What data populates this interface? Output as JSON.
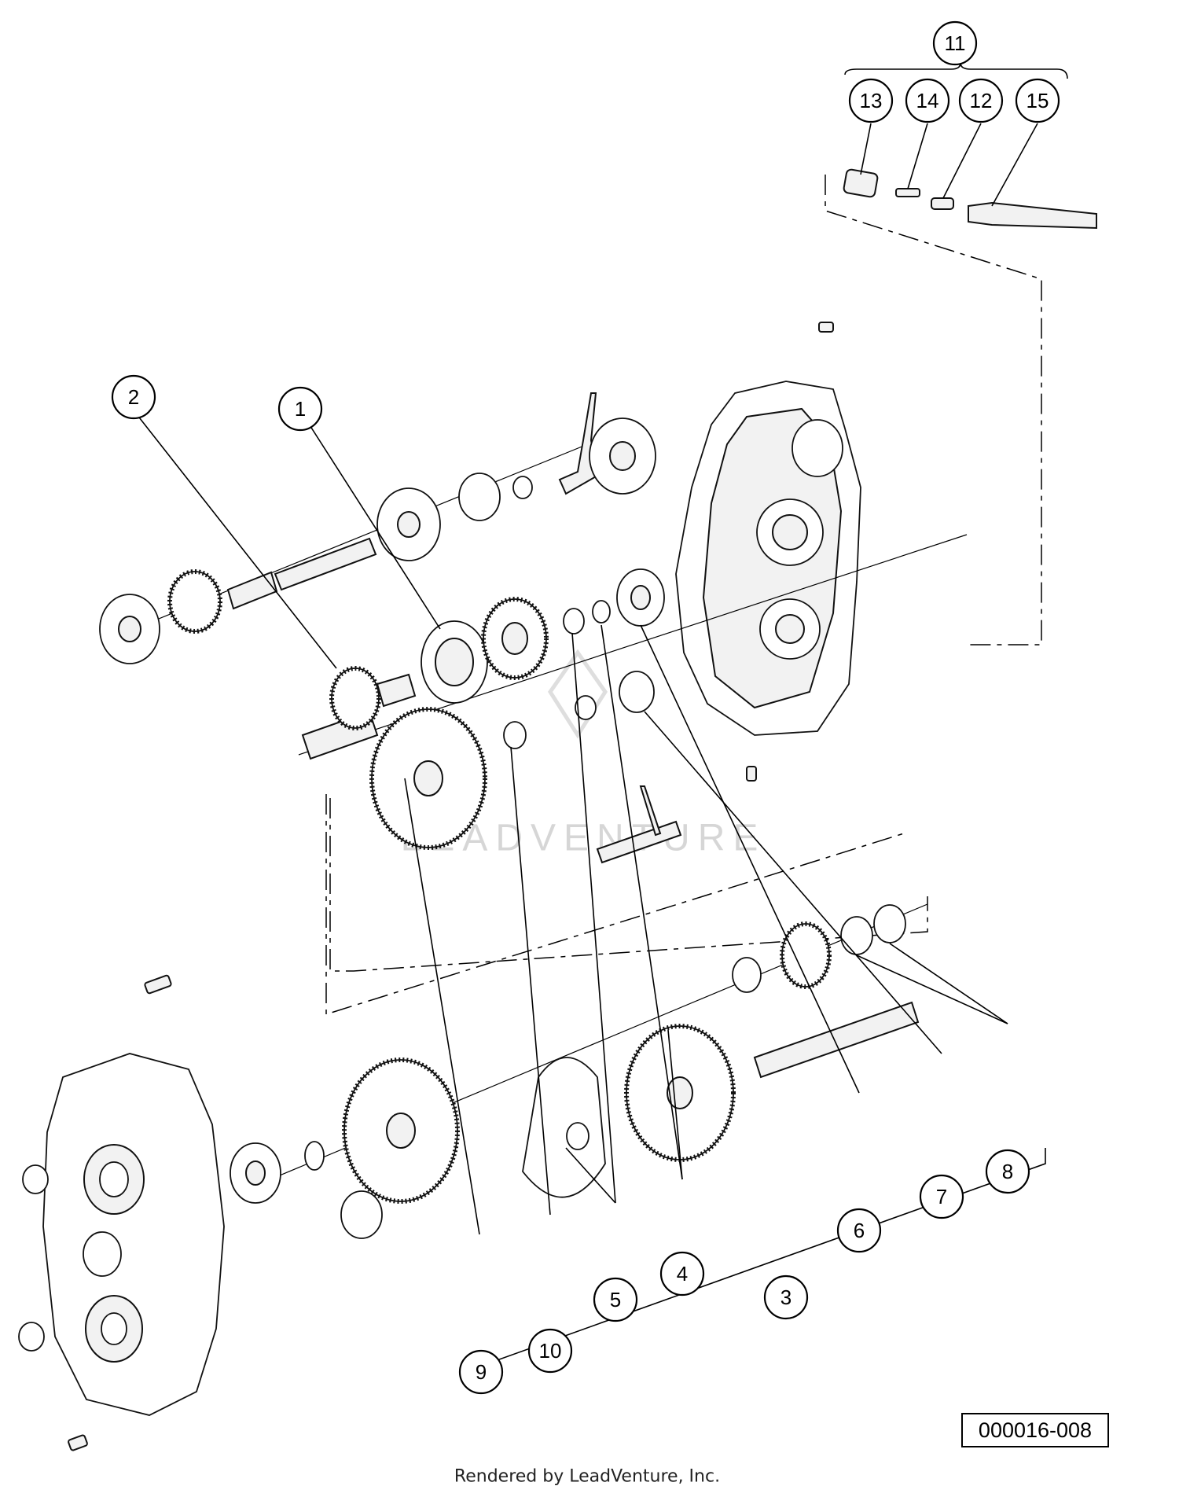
{
  "callouts": [
    "1",
    "2",
    "3",
    "4",
    "5",
    "6",
    "7",
    "8",
    "9",
    "10",
    "11",
    "12",
    "13",
    "14",
    "15"
  ],
  "reference_number": "000016-008",
  "watermark": "LEADVENTURE",
  "footer": "Rendered by LeadVenture, Inc."
}
